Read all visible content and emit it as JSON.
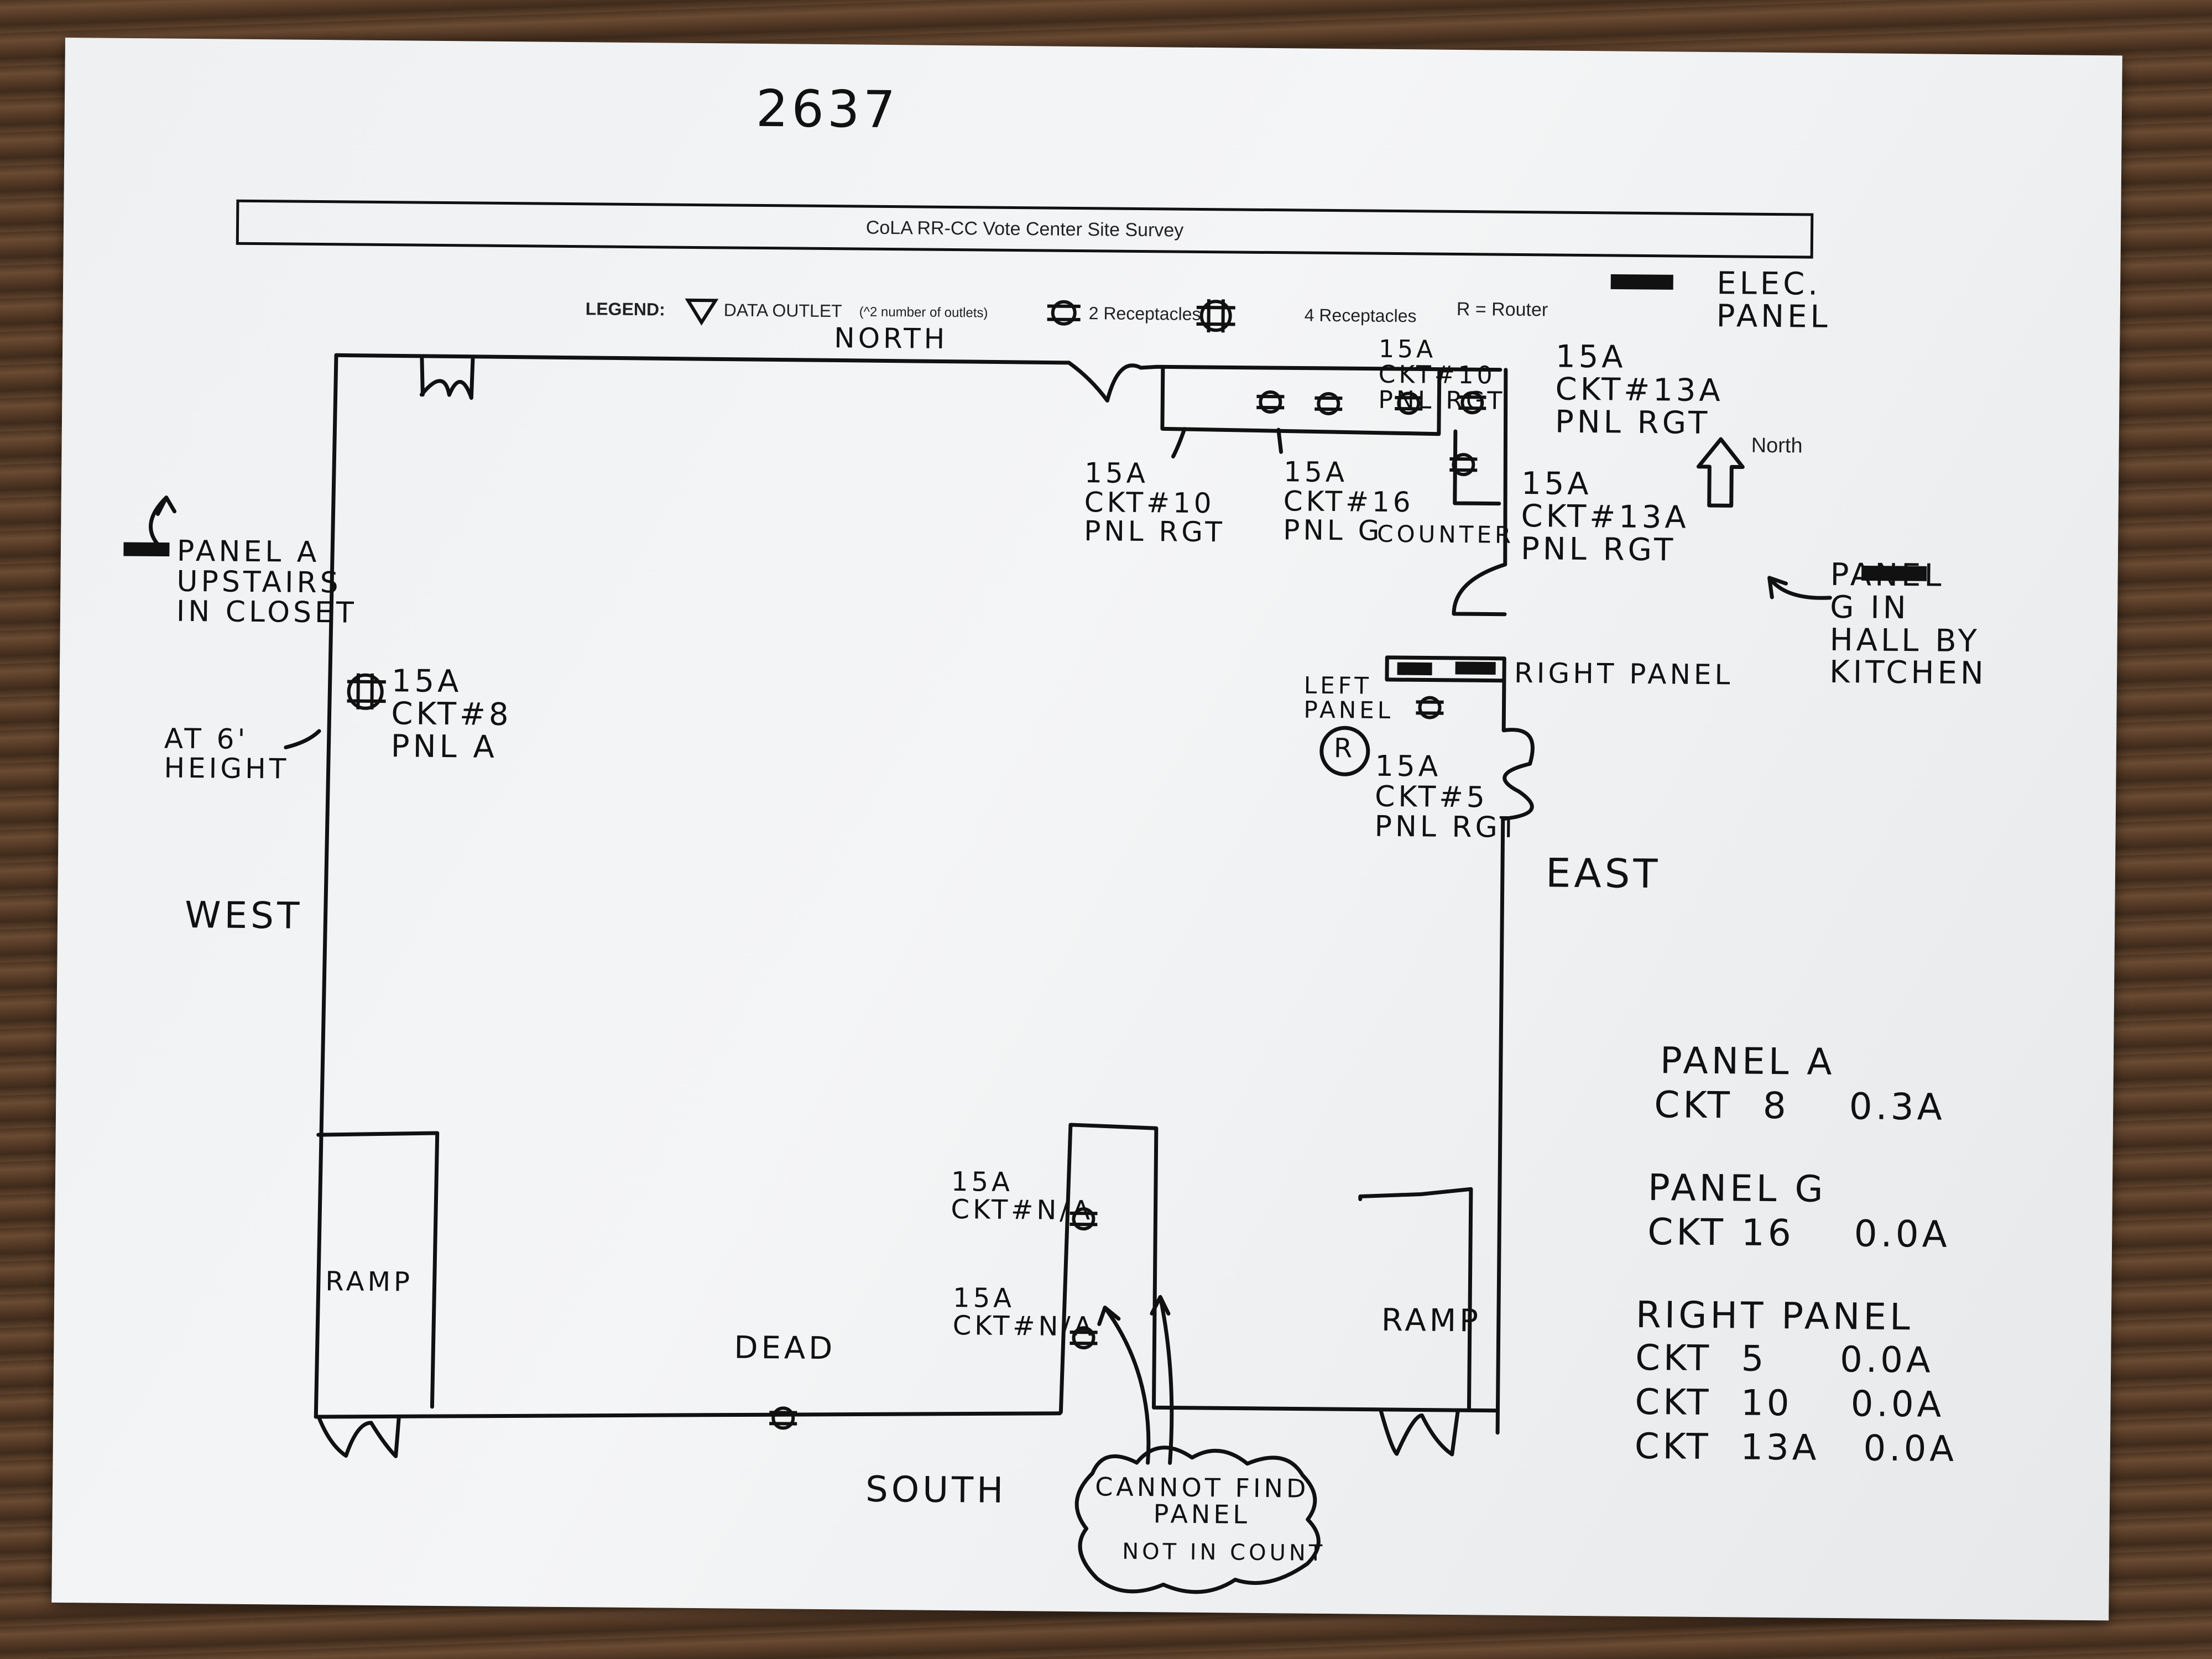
{
  "page_number": "2637",
  "title": "CoLA RR-CC Vote Center Site Survey",
  "legend": {
    "label": "LEGEND:",
    "data_outlet": "DATA OUTLET",
    "data_outlet_note": "(^2 number of outlets)",
    "two_receptacles": "2 Receptacles",
    "four_receptacles": "4 Receptacles",
    "router": "R = Router"
  },
  "directions": {
    "north": "NORTH",
    "south": "SOUTH",
    "east": "EAST",
    "west": "WEST",
    "north_arrow": "North"
  },
  "notes": {
    "elec_panel": "ELEC.\nPANEL",
    "panel_a": "PANEL A\nUPSTAIRS\nIN CLOSET",
    "panel_g": "PANEL\nG IN\nHALL BY\nKITCHEN",
    "at_height": "AT 6'\nHEIGHT",
    "counter": "COUNTER",
    "left_panel": "LEFT\nPANEL",
    "right_panel": "RIGHT PANEL",
    "router_mark": "R",
    "ramp_left": "RAMP",
    "ramp_right": "RAMP",
    "dead": "DEAD",
    "cannot_find": "CANNOT FIND\nPANEL",
    "not_in_count": "NOT IN COUNT"
  },
  "circuits": {
    "c1": "15A\nCKT#8\nPNL A",
    "c2": "15A\nCKT#10\nPNL RGT",
    "c3": "15A\nCKT#16\nPNL G",
    "c4": "15A\nCKT#10\nPNL RGT",
    "c5": "15A\nCKT#13A\nPNL RGT",
    "c6": "15A\nCKT#13A\nPNL RGT",
    "c7": "15A\nCKT#5\nPNL RGT",
    "c8": "15A\nCKT#N/A",
    "c9": "15A\nCKT#N/A"
  },
  "summary": {
    "panel_a": "PANEL A",
    "panel_a_row": "CKT  8    0.3A",
    "panel_g": "PANEL G",
    "panel_g_row": "CKT 16    0.0A",
    "right_panel": "RIGHT PANEL",
    "rp_row1": "CKT  5     0.0A",
    "rp_row2": "CKT  10    0.0A",
    "rp_row3": "CKT  13A   0.0A"
  }
}
